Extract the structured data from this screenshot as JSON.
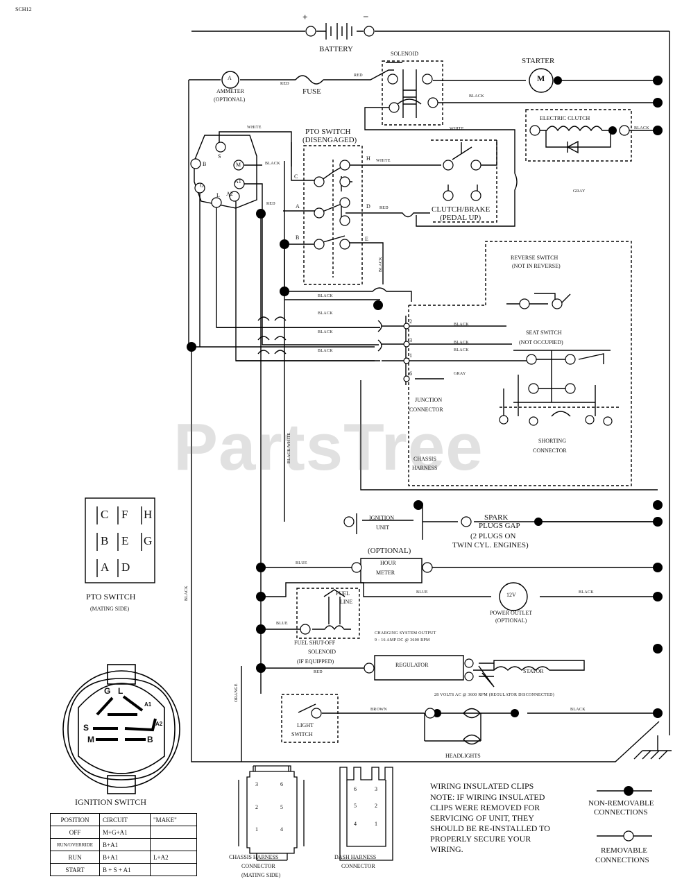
{
  "doc_code": "SCH12",
  "watermark": "PartsTree",
  "components": {
    "battery": "BATTERY",
    "battery_plus": "+",
    "battery_minus": "–",
    "solenoid": "SOLENOID",
    "starter": "STARTER",
    "starter_symbol": "M",
    "ammeter": "AMMETER",
    "ammeter_optional": "(OPTIONAL)",
    "ammeter_symbol": "A",
    "fuse": "FUSE",
    "electric_clutch": "ELECTRIC CLUTCH",
    "pto_switch": "PTO SWITCH",
    "pto_switch_state": "(DISENGAGED)",
    "clutch_brake": "CLUTCH/BRAKE",
    "clutch_brake_state": "(PEDAL UP)",
    "reverse_switch": "REVERSE SWITCH",
    "reverse_switch_state": "(NOT IN REVERSE)",
    "seat_switch": "SEAT SWITCH",
    "seat_switch_state": "(NOT OCCUPIED)",
    "junction_connector_1": "JUNCTION",
    "junction_connector_2": "CONNECTOR",
    "shorting_connector_1": "SHORTING",
    "shorting_connector_2": "CONNECTOR",
    "chassis_harness_1": "CHASSIS",
    "chassis_harness_2": "HARNESS",
    "ignition_unit_1": "IGNITION",
    "ignition_unit_2": "UNIT",
    "spark_plugs_1": "SPARK",
    "spark_plugs_2": "PLUGS GAP",
    "spark_plugs_3": "(2 PLUGS ON",
    "spark_plugs_4": "TWIN CYL. ENGINES)",
    "hour_meter_opt": "(OPTIONAL)",
    "hour_meter_1": "HOUR",
    "hour_meter_2": "METER",
    "power_outlet_symbol": "12V",
    "power_outlet": "POWER OUTLET",
    "power_outlet_opt": "(OPTIONAL)",
    "fuel_line_1": "FUEL",
    "fuel_line_2": "LINE",
    "fuel_solenoid_1": "FUEL SHUT-OFF",
    "fuel_solenoid_2": "SOLENOID",
    "fuel_solenoid_3": "(IF EQUIPPED)",
    "charging_1": "CHARGING SYSTEM OUTPUT",
    "charging_2": "9 - 16 AMP DC @ 3600 RPM",
    "regulator": "REGULATOR",
    "stator": "STATOR",
    "ac_output": "28 VOLTS AC @ 3600 RPM (REGULATOR DISCONNECTED)",
    "light_switch_1": "LIGHT",
    "light_switch_2": "SWITCH",
    "headlights": "HEADLIGHTS"
  },
  "wire_colors": {
    "red": "RED",
    "black": "BLACK",
    "white": "WHITE",
    "gray": "GRAY",
    "blue": "BLUE",
    "brown": "BROWN",
    "orange": "ORANGE",
    "black_white": "BLACK/WHITE"
  },
  "terminals": {
    "ign": [
      "B",
      "S",
      "M",
      "G",
      "L",
      "A2",
      "A1"
    ],
    "pto": [
      "C",
      "H",
      "A",
      "D",
      "B",
      "E"
    ],
    "junction": [
      "2",
      "3",
      "1",
      "6"
    ]
  },
  "pto_legend": {
    "title": "PTO SWITCH",
    "subtitle": "(MATING SIDE)",
    "pins": [
      "C",
      "F",
      "H",
      "B",
      "E",
      "G",
      "A",
      "D"
    ]
  },
  "ignition_face": {
    "title": "IGNITION SWITCH",
    "pins": [
      "G",
      "L",
      "A1",
      "S",
      "A2",
      "M",
      "B"
    ]
  },
  "ignition_table": {
    "headers": [
      "POSITION",
      "CIRCUIT",
      "\"MAKE\""
    ],
    "rows": [
      [
        "OFF",
        "M+G+A1",
        ""
      ],
      [
        "RUN/OVERRIDE",
        "B+A1",
        ""
      ],
      [
        "RUN",
        "B+A1",
        "L+A2"
      ],
      [
        "START",
        "B + S + A1",
        ""
      ]
    ]
  },
  "chassis_connector": {
    "title_1": "CHASSIS HARNESS",
    "title_2": "CONNECTOR",
    "title_3": "(MATING SIDE)",
    "pins": [
      "3",
      "6",
      "2",
      "5",
      "1",
      "4"
    ]
  },
  "dash_connector": {
    "title_1": "DASH HARNESS",
    "title_2": "CONNECTOR",
    "pins": [
      "6",
      "3",
      "5",
      "2",
      "4",
      "1"
    ]
  },
  "note": {
    "title": "WIRING INSULATED CLIPS",
    "lines": [
      "NOTE: IF WIRING INSULATED",
      "CLIPS WERE REMOVED FOR",
      "SERVICING OF UNIT, THEY",
      "SHOULD BE RE-INSTALLED TO",
      "PROPERLY SECURE YOUR",
      "WIRING."
    ]
  },
  "legend": {
    "non_removable_1": "NON-REMOVABLE",
    "non_removable_2": "CONNECTIONS",
    "removable_1": "REMOVABLE",
    "removable_2": "CONNECTIONS"
  }
}
